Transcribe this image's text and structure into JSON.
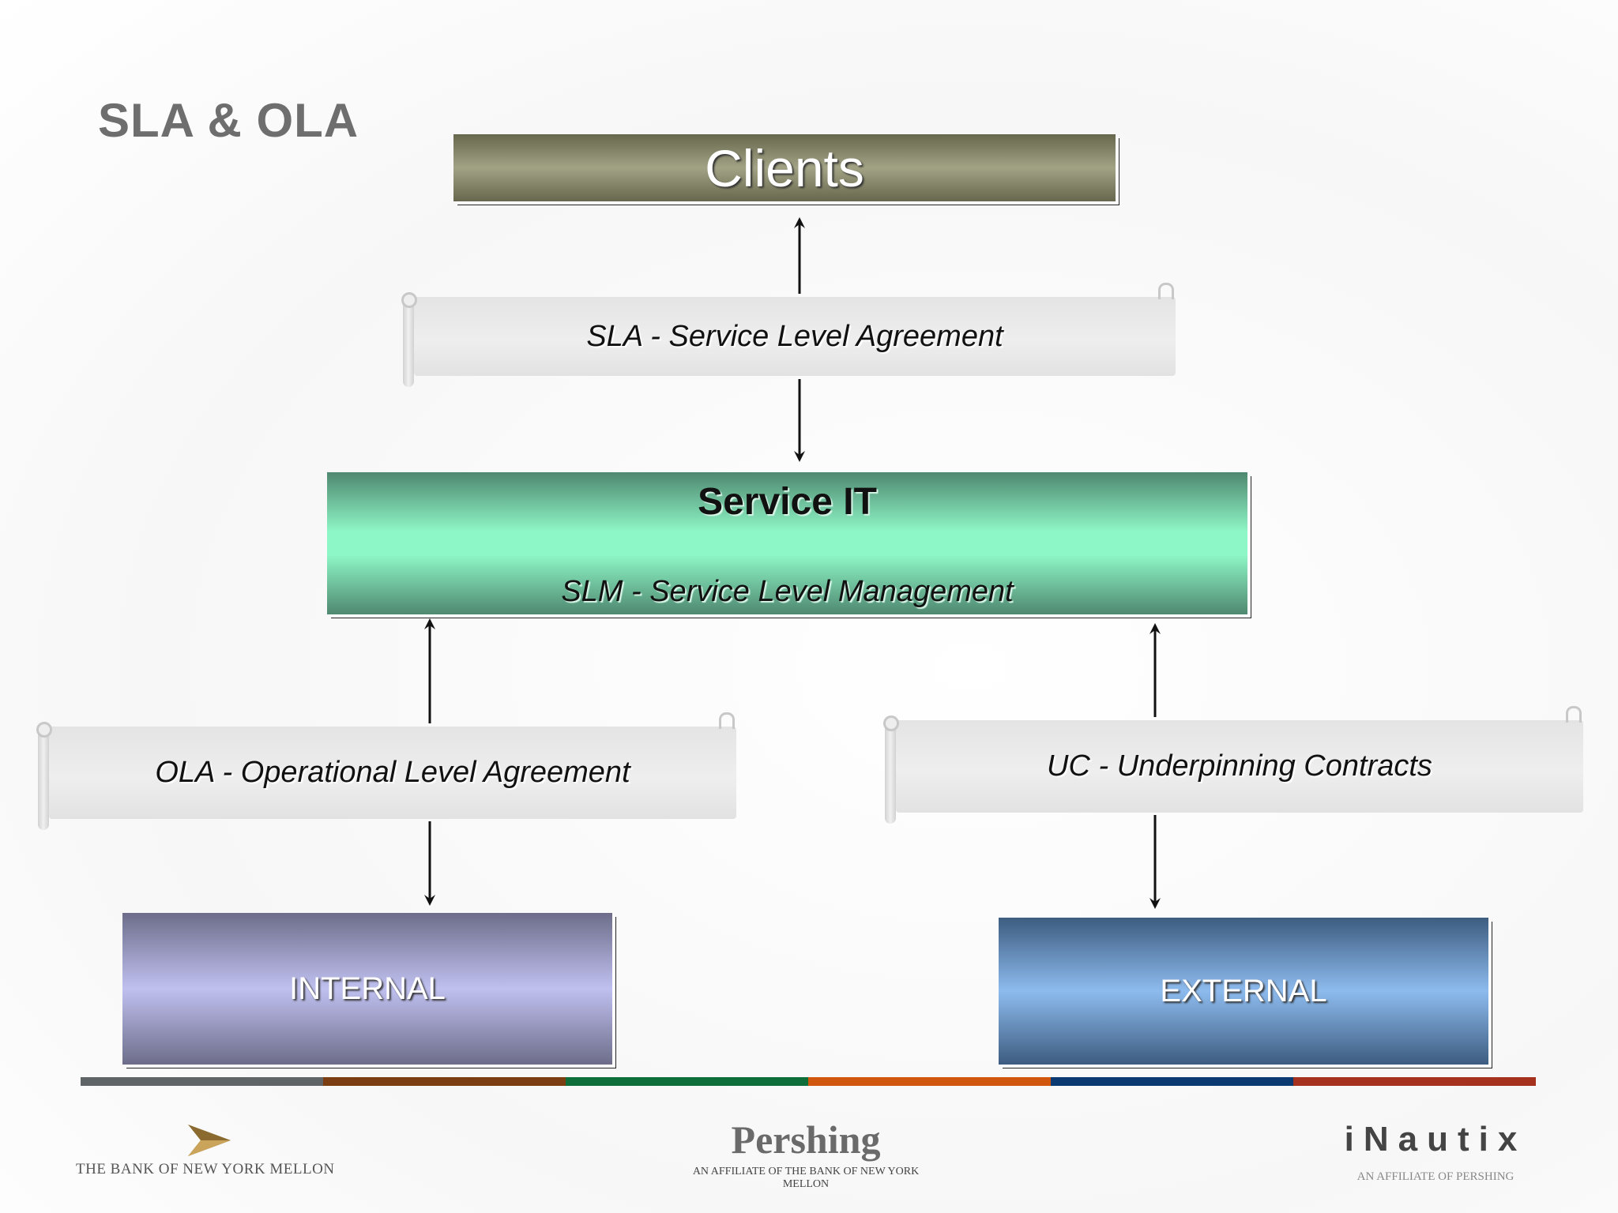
{
  "slide": {
    "title": "SLA & OLA"
  },
  "diagram": {
    "clients": "Clients",
    "sla": "SLA - Service Level Agreement",
    "service_it": {
      "title": "Service IT",
      "subtitle": "SLM - Service Level Management"
    },
    "ola": "OLA - Operational Level Agreement",
    "uc": "UC - Underpinning Contracts",
    "internal": "INTERNAL",
    "external": "EXTERNAL"
  },
  "footer": {
    "stripe_colors": [
      "#5f6466",
      "#7a3e12",
      "#0e6e3a",
      "#d1560e",
      "#0b3a73",
      "#a4321f"
    ],
    "bny": "THE BANK OF NEW YORK MELLON",
    "pershing": "Pershing",
    "pershing_tag": "AN AFFILIATE OF THE BANK OF NEW YORK MELLON",
    "inautix": "iNautix",
    "inautix_tag": "AN AFFILIATE OF PERSHING"
  },
  "colors": {
    "clients": "#84846a",
    "service_it": "#8ef7c7",
    "internal": "#c0c0f0",
    "external": "#8dbbee",
    "title": "#6e6e6e"
  }
}
